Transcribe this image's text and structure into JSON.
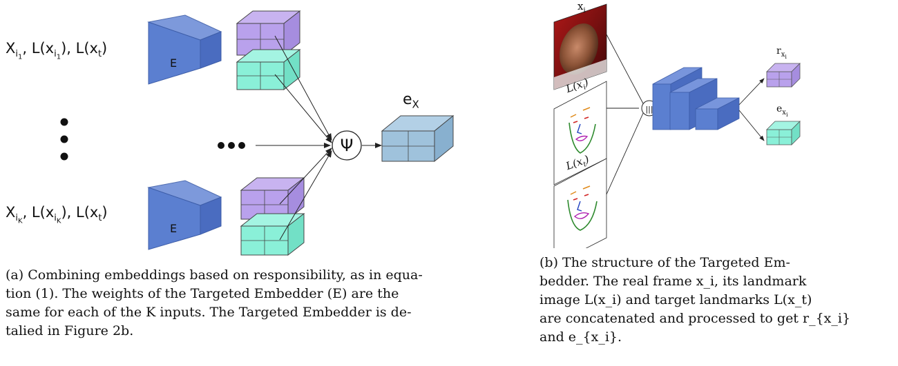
{
  "left": {
    "input_top": {
      "x": "X",
      "sub_x": "i",
      "subsub_x": "1",
      "l1": ", L(x",
      "l1_sub": "i",
      "l1_subsub": "1",
      "l1_close": "),",
      "l2": " L(x",
      "l2_sub": "t",
      "l2_close": ")"
    },
    "input_bottom": {
      "x": "X",
      "sub_x": "i",
      "subsub_x": "K",
      "l1": ", L(x",
      "l1_sub": "i",
      "l1_subsub": "K",
      "l1_close": "),",
      "l2": " L(x",
      "l2_sub": "t",
      "l2_close": ")"
    },
    "encoder_label": "E",
    "combine_symbol": "Ψ",
    "output": {
      "base": "e",
      "sub": "X"
    },
    "caption_lines": [
      "(a) Combining embeddings based on responsibility, as in equa-",
      "tion (1).  The weights of the Targeted Embedder (E) are the",
      "same for each of the K inputs. The Targeted Embedder is de-",
      "talied in Figure 2b."
    ]
  },
  "right": {
    "frame_label": {
      "base": "x",
      "sub": "i"
    },
    "landmark_label_1": {
      "pre": "L(x",
      "sub": "i",
      "post": ")"
    },
    "landmark_label_2": {
      "pre": "L(x",
      "sub": "t",
      "post": ")"
    },
    "concat_symbol": "|||",
    "out_r": {
      "base": "r",
      "sub": "x",
      "subsub": "i"
    },
    "out_e": {
      "base": "e",
      "sub": "x",
      "subsub": "i"
    },
    "caption_lines": [
      "(b) The structure of the Targeted Em-",
      "bedder. The real frame x_i, its landmark",
      "image L(x_i) and target landmarks L(x_t)",
      "are concatenated and processed to get r_{x_i}",
      "and e_{x_i}."
    ]
  },
  "colors": {
    "encoder_blue": "#5b7fd0",
    "embed_purple": "#b9a1ec",
    "embed_teal": "#8af0d8",
    "output_blue": "#9fc2dc",
    "line": "#222222"
  }
}
